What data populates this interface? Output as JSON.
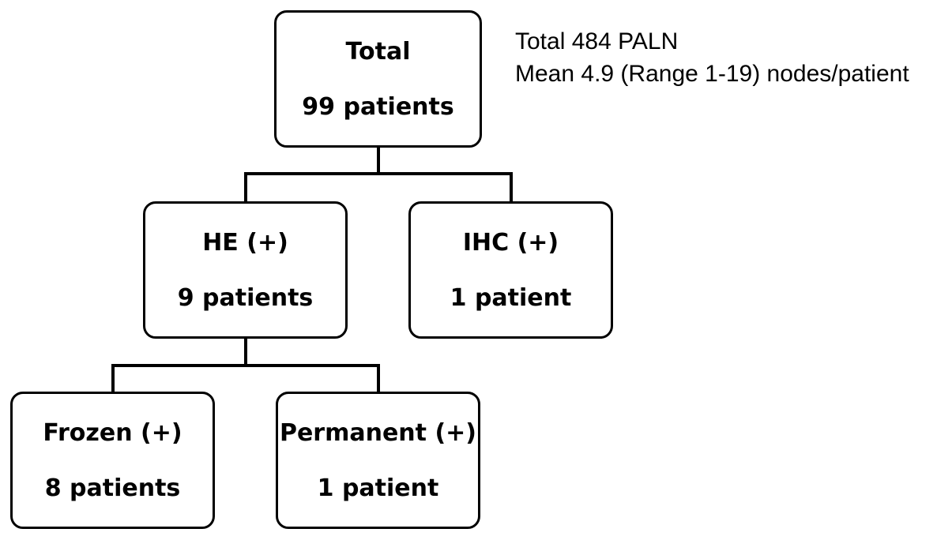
{
  "summary": {
    "line1": "Total 484 PALN",
    "line2": "Mean 4.9 (Range 1-19) nodes/patient"
  },
  "nodes": {
    "total": {
      "label": "Total",
      "count": "99 patients"
    },
    "he": {
      "label": "HE (+)",
      "count": "9 patients"
    },
    "ihc": {
      "label": "IHC (+)",
      "count": "1 patient"
    },
    "frozen": {
      "label": "Frozen (+)",
      "count": "8 patients"
    },
    "permanent": {
      "label": "Permanent (+)",
      "count": "1 patient"
    }
  }
}
